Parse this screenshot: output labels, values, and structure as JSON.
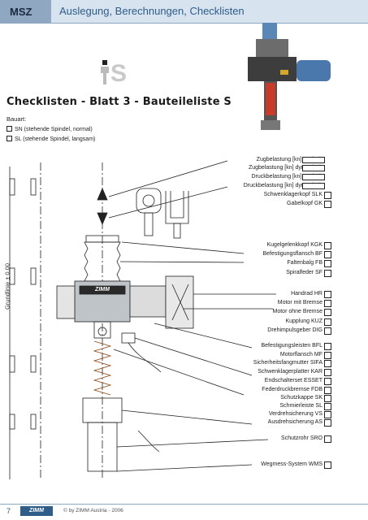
{
  "header": {
    "tag": "MSZ",
    "title": "Auslegung, Berechnungen, Checklisten"
  },
  "logo": {
    "letter": "S"
  },
  "section_title": "Checklisten - Blatt 3 - Bauteileliste S",
  "bauart": {
    "label": "Bauart:",
    "options": [
      "SN (stehende Spindel, normal)",
      "SL (stehende Spindel, langsam)"
    ]
  },
  "side_label": "Grundlinie ± 0.00",
  "components": [
    "Zugbelastung [kn] statisch",
    "Zugbelastung [kn] dynamisch",
    "Druckbelastung [kn] statisch",
    "Druckbelastung [kn] dynamisch",
    "Schwenklagerkopf SLK",
    "Gabelkopf GK",
    "Kugelgelenkkopf KGK",
    "Befestigungsflansch BF",
    "Faltenbalg FB",
    "Spiralfeder SF",
    "Handrad HR",
    "Motor mit Bremse",
    "Motor ohne Bremse",
    "Kupplung KUZ",
    "Drehimpulsgeber DIG",
    "Befestigungsleisten BFL",
    "Motorflansch MF",
    "Sicherheitsfangmutter SIFA",
    "Schwenklagerplatter KAR",
    "Endschalterset ESSET",
    "Federdruckbremse FDB",
    "Schutzkappe SK",
    "Schmierleiste SL",
    "Verdrehsicherung VS",
    "Ausdrehsicherung AS",
    "Schutzrohr SRO",
    "Wegmess-System WMS"
  ],
  "drawing_brand": "ZIMM",
  "footer": {
    "page": "7",
    "brand": "ZIMM",
    "copyright": "© by ZIMM Austria - 2006"
  },
  "colors": {
    "header_dark": "#8fa7c0",
    "header_light": "#d7e3ee",
    "accent_text": "#2f5d8a"
  }
}
